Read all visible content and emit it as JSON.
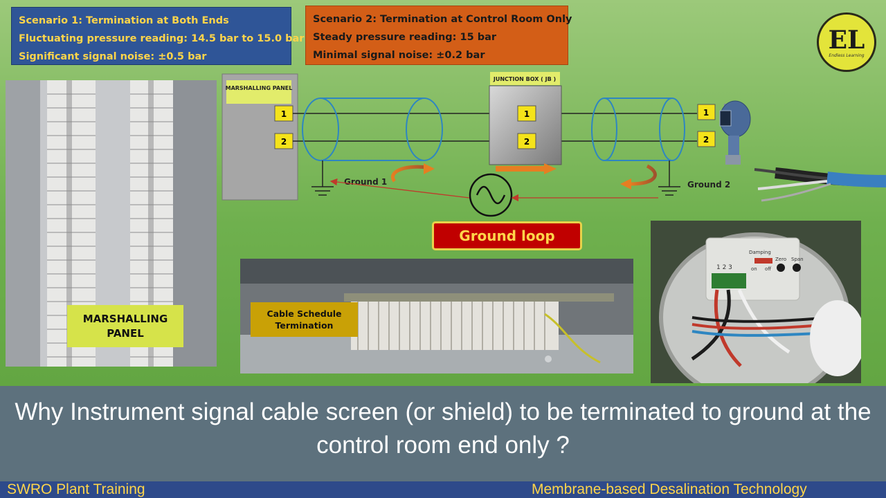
{
  "scenario1": {
    "title": "Scenario 1: Termination at Both Ends",
    "line1": "Fluctuating pressure reading: 14.5  bar to 15.0 bar",
    "line2": "Significant signal noise: ±0.5 bar"
  },
  "scenario2": {
    "title": "Scenario 2: Termination at Control Room Only",
    "line1": "Steady pressure reading: 15 bar",
    "line2": "Minimal signal noise: ±0.2  bar"
  },
  "logo": {
    "mark": "EL",
    "caption": "Endless Learning"
  },
  "diagram": {
    "marshalling_title": "MARSHALLING PANEL",
    "junction_box_title": "JUNCTION BOX ( JB )",
    "term1": "1",
    "term2": "2",
    "ground1": "Ground 1",
    "ground2": "Ground 2"
  },
  "ground_loop": "Ground loop",
  "photos": {
    "panel_label": "MARSHALLING PANEL",
    "cable_label": "Cable Schedule Termination",
    "tx_terminals": "1  2  3",
    "tx_damping": "Damping",
    "tx_on": "on",
    "tx_off": "off",
    "tx_zero": "Zero",
    "tx_span": "Span"
  },
  "question": "Why Instrument signal cable screen (or shield) to be terminated to ground at the control room end only ?",
  "footer": {
    "left": "SWRO Plant Training",
    "right": "Membrane-based Desalination Technology"
  },
  "colors": {
    "scenario1_bg": "#2f5597",
    "scenario2_bg": "#d35e17",
    "ground_loop_bg": "#c00000",
    "label_yellow": "#d6e34a",
    "footer_bg": "#2e4a8a"
  }
}
